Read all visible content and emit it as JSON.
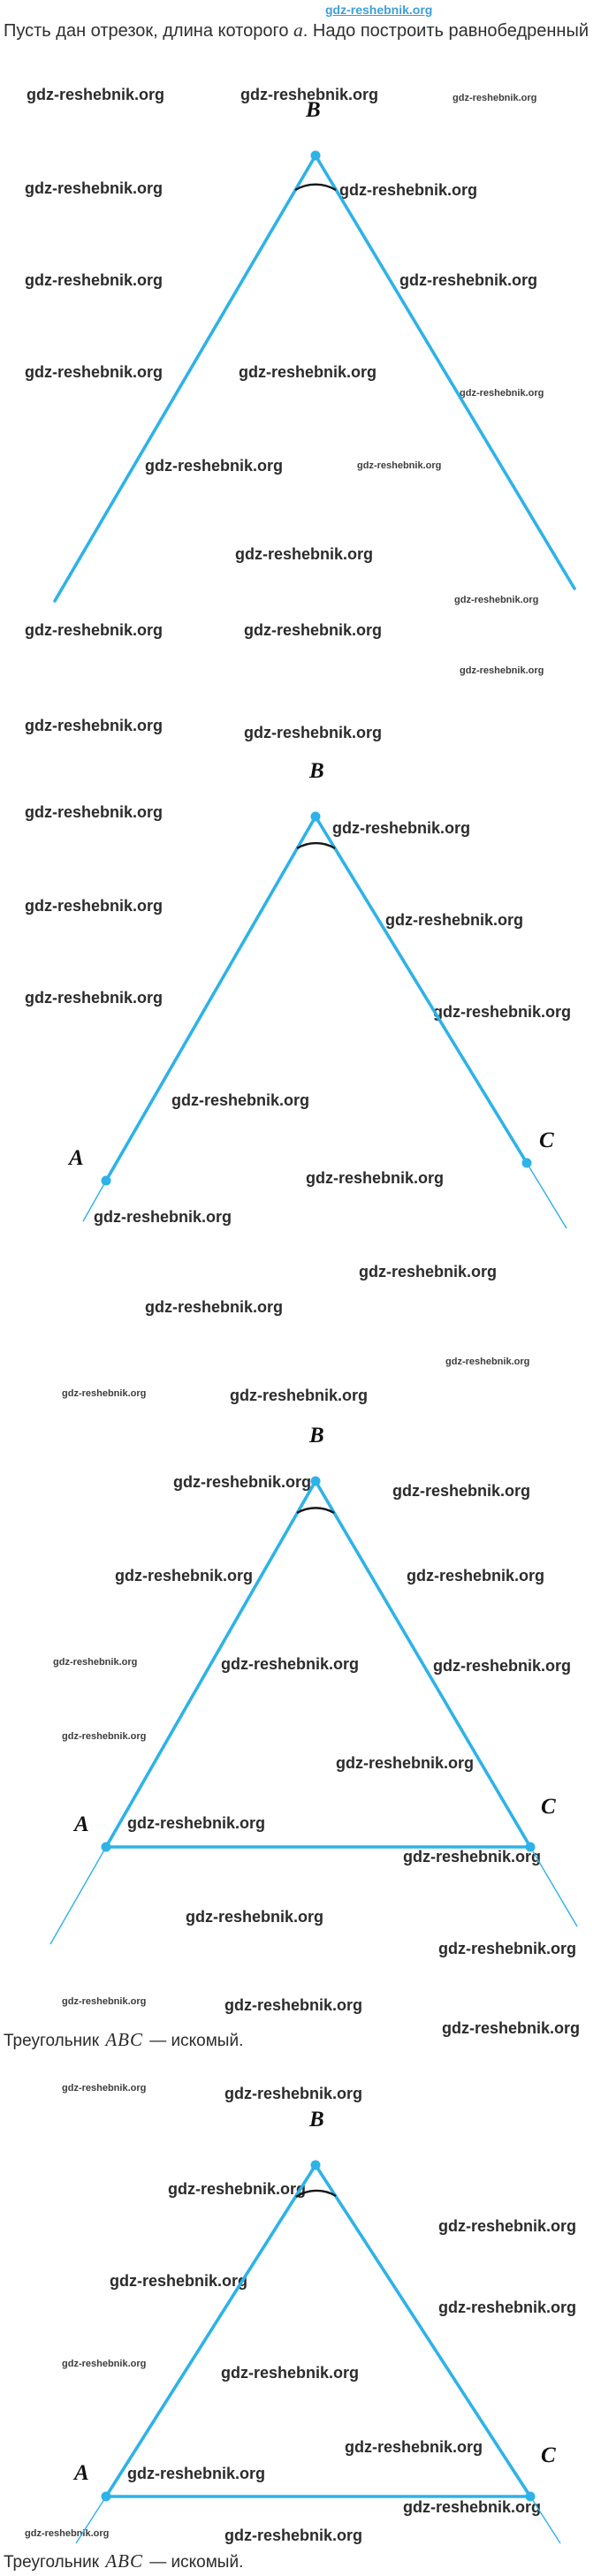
{
  "colors": {
    "accent_blue": "#2eb2e8",
    "link_blue": "#3d9fd6",
    "arc_black": "#151515",
    "text": "#2f2f2f",
    "watermark": "#2b2b2b"
  },
  "header": {
    "link": "gdz-reshebnik.org"
  },
  "watermark": {
    "text": "gdz-reshebnik.org"
  },
  "intro": {
    "before": "Пусть дан отрезок, длина которого ",
    "math": "a",
    "after": ". Надо построить равнобедренный"
  },
  "labels": {
    "A": "A",
    "B": "B",
    "C": "C"
  },
  "captions": {
    "word": "Треугольник ",
    "math": "ABC",
    "suffix": " — искомый."
  }
}
